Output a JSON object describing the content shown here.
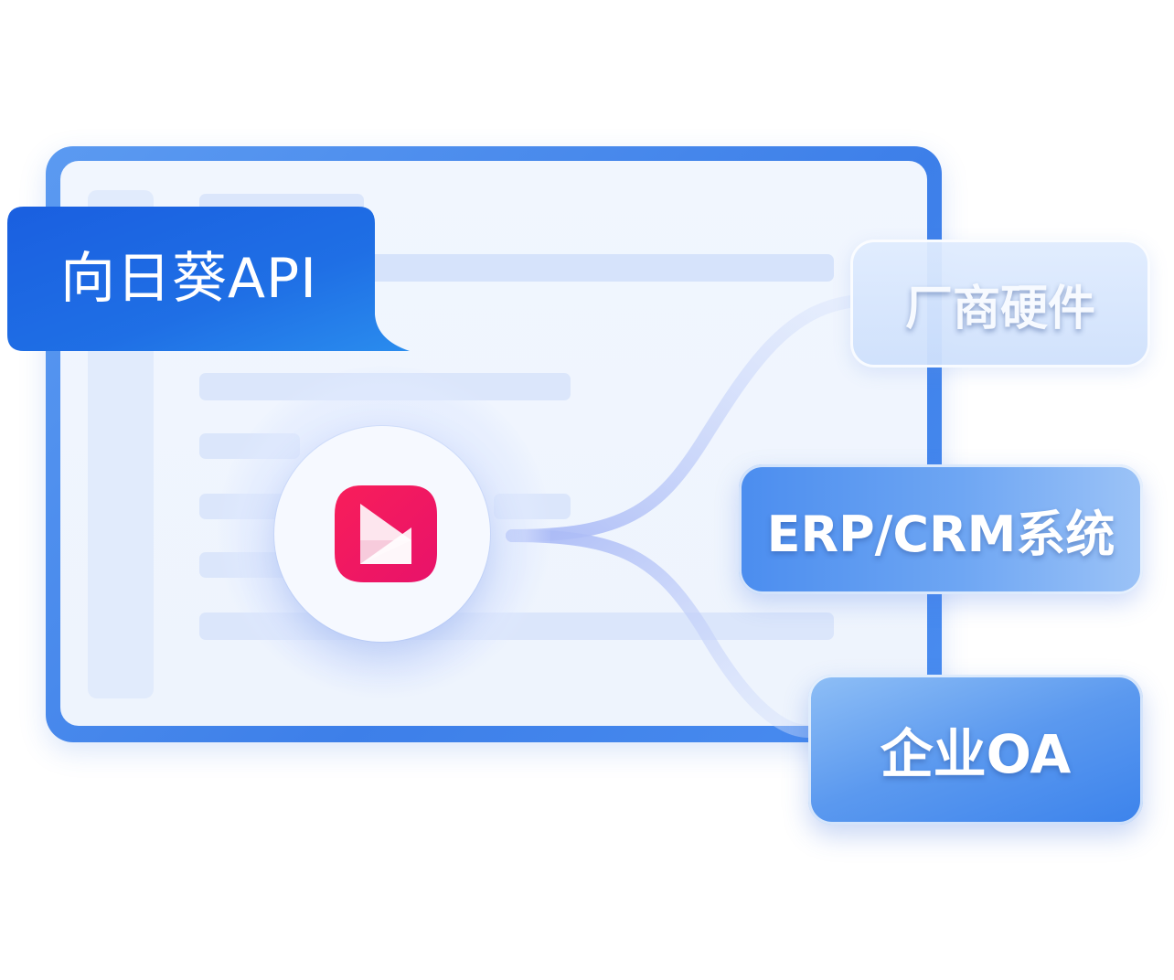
{
  "api_badge": {
    "label": "向日葵API"
  },
  "hub": {
    "icon": "sunlogin-logo-icon",
    "accent": "#f2185e"
  },
  "targets": [
    {
      "label": "厂商硬件"
    },
    {
      "label": "ERP/CRM系统"
    },
    {
      "label": "企业OA"
    }
  ],
  "colors": {
    "frame": "#3d7fe9",
    "badge": "#1f6fe5",
    "node_blue": "#4b8def",
    "connector": "#9fb4f5"
  }
}
